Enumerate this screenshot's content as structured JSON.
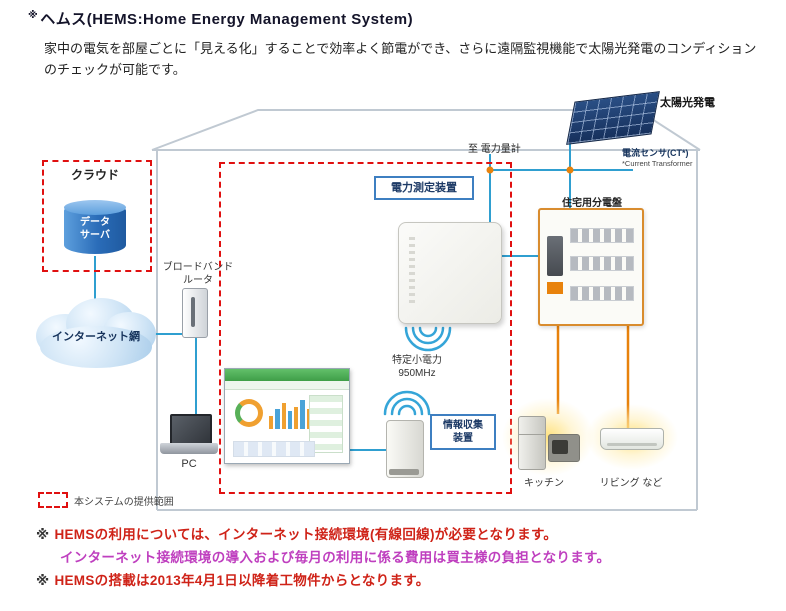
{
  "header": {
    "mark": "※",
    "title": "ヘムス(HEMS:Home Energy Management System)",
    "description": "家中の電気を部屋ごとに「見える化」することで効率よく節電ができ、さらに遠隔監視機能で太陽光発電のコンディション\nのチェックが可能です。"
  },
  "diagram": {
    "solar_label": "太陽光発電",
    "cloud_label": "クラウド",
    "server_label": "データ\nサーバ",
    "internet_label": "インターネット網",
    "router_label": "ブロードバンド\nルータ",
    "pc_label": "PC",
    "meter_label": "至 電力量計",
    "measure_label": "電力測定装置",
    "ct_label": "電流センサ(CT*)",
    "ct_sub": "*Current Transformer",
    "panel_label": "住宅用分電盤",
    "wireless_label": "特定小電力\n950MHz",
    "collector_label": "情報収集\n装置",
    "kitchen_label": "キッチン",
    "living_label": "リビング など",
    "legend_label": "本システムの提供範囲"
  },
  "notes": {
    "n1_mark": "※",
    "n1_text": "HEMSの利用については、インターネット接続環境(有線回線)が必要となります。",
    "n2_text": "インターネット接続環境の導入および毎月の利用に係る費用は買主様の負担となります。",
    "n3_mark": "※",
    "n3_text": "HEMSの搭載は2013年4月1日以降着工物件からとなります。"
  },
  "colors": {
    "comm_line": "#2f9fd0",
    "power_line": "#e8820c",
    "boundary_red": "#e01010",
    "note_red": "#cf2318",
    "note_magenta": "#bf3fbf",
    "solar_panel": "#16305c",
    "dashboard_green": "#3f9e48"
  }
}
